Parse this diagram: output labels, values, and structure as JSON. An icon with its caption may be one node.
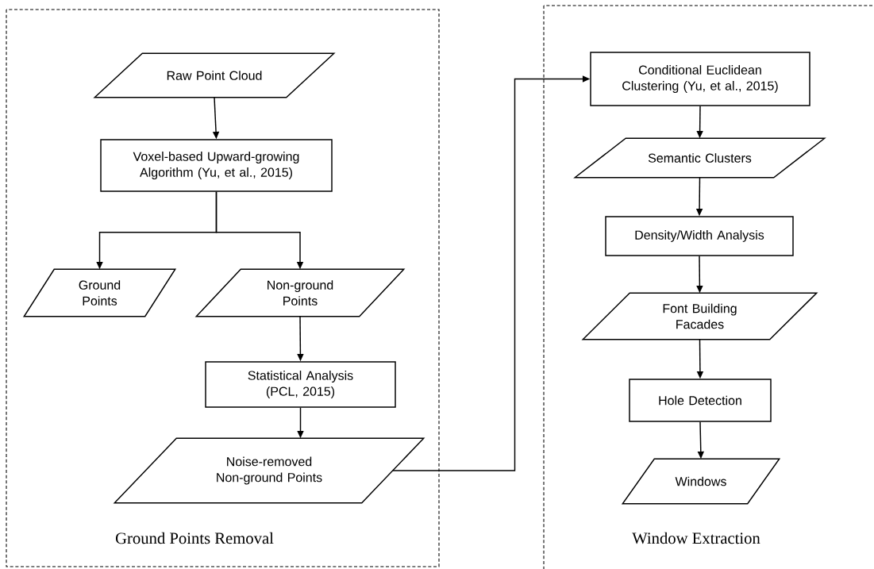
{
  "diagram": {
    "nodes": [
      {
        "text": [
          "Ground Points Removal"
        ]
      },
      {
        "text": [
          "Raw Point Cloud"
        ],
        "in": 0
      },
      {
        "text": [
          "Voxel-based Upward-growing Algorithm (Yu, et al., 2015)"
        ],
        "in": 0
      },
      {
        "text": [
          "Ground Points"
        ],
        "in": 0
      },
      {
        "text": [
          "Non-ground Points"
        ],
        "in": 0
      },
      {
        "text": [
          "Statistical Analysis (PCL, 2015)"
        ],
        "in": 0
      },
      {
        "text": [
          "Noise-removed Non-ground Points"
        ],
        "in": 0
      },
      {
        "text": [
          "Window Extraction"
        ]
      },
      {
        "text": [
          "Conditional Euclidean Clustering (Yu, et al., 2015)"
        ],
        "in": 7
      },
      {
        "text": [
          "Semantic Clusters"
        ],
        "in": 7
      },
      {
        "text": [
          "Density/Width Analysis"
        ],
        "in": 7
      },
      {
        "text": [
          "Font Building Facades"
        ],
        "in": 7
      },
      {
        "text": [
          "Hole Detection"
        ],
        "in": 7
      },
      {
        "text": [
          "Windows"
        ],
        "in": 7
      }
    ],
    "edges": [
      {
        "from": 1,
        "to": 2,
        "arrow": "to"
      },
      {
        "from": 2,
        "to": 3,
        "arrow": "to"
      },
      {
        "from": 2,
        "to": 4,
        "arrow": "to"
      },
      {
        "from": 4,
        "to": 5,
        "arrow": "to"
      },
      {
        "from": 5,
        "to": 6,
        "arrow": "to"
      },
      {
        "from": 6,
        "to": 8,
        "arrow": "to"
      },
      {
        "from": 8,
        "to": 9,
        "arrow": "to"
      },
      {
        "from": 9,
        "to": 10,
        "arrow": "to"
      },
      {
        "from": 10,
        "to": 11,
        "arrow": "to"
      },
      {
        "from": 11,
        "to": 12,
        "arrow": "to"
      },
      {
        "from": 12,
        "to": 13,
        "arrow": "to"
      }
    ]
  }
}
